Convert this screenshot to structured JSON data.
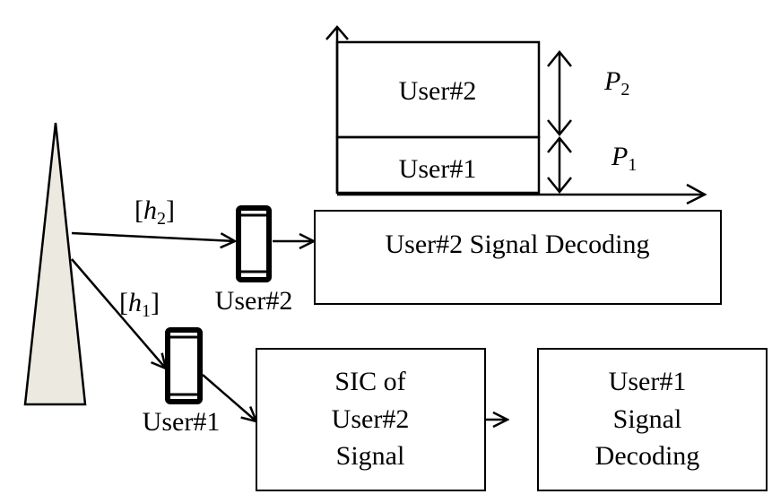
{
  "colors": {
    "tower_fill": "#ECEAE0",
    "stroke": "#000000",
    "background": "#FFFFFF"
  },
  "power_chart": {
    "upper_block_label": "User#2",
    "lower_block_label": "User#1",
    "p2_label": "P",
    "p2_sub": "2",
    "p1_label": "P",
    "p1_sub": "1"
  },
  "links": {
    "h2_open": "[",
    "h2_var": "h",
    "h2_sub": "2",
    "h2_close": "]",
    "h1_open": "[",
    "h1_var": "h",
    "h1_sub": "1",
    "h1_close": "]"
  },
  "devices": {
    "user2_label": "User#2",
    "user1_label": "User#1"
  },
  "blocks": {
    "user2_decoding": "User#2 Signal Decoding",
    "sic_lines": [
      "SIC of",
      "User#2",
      "Signal"
    ],
    "user1_decoding_lines": [
      "User#1",
      "Signal",
      "Decoding"
    ]
  }
}
